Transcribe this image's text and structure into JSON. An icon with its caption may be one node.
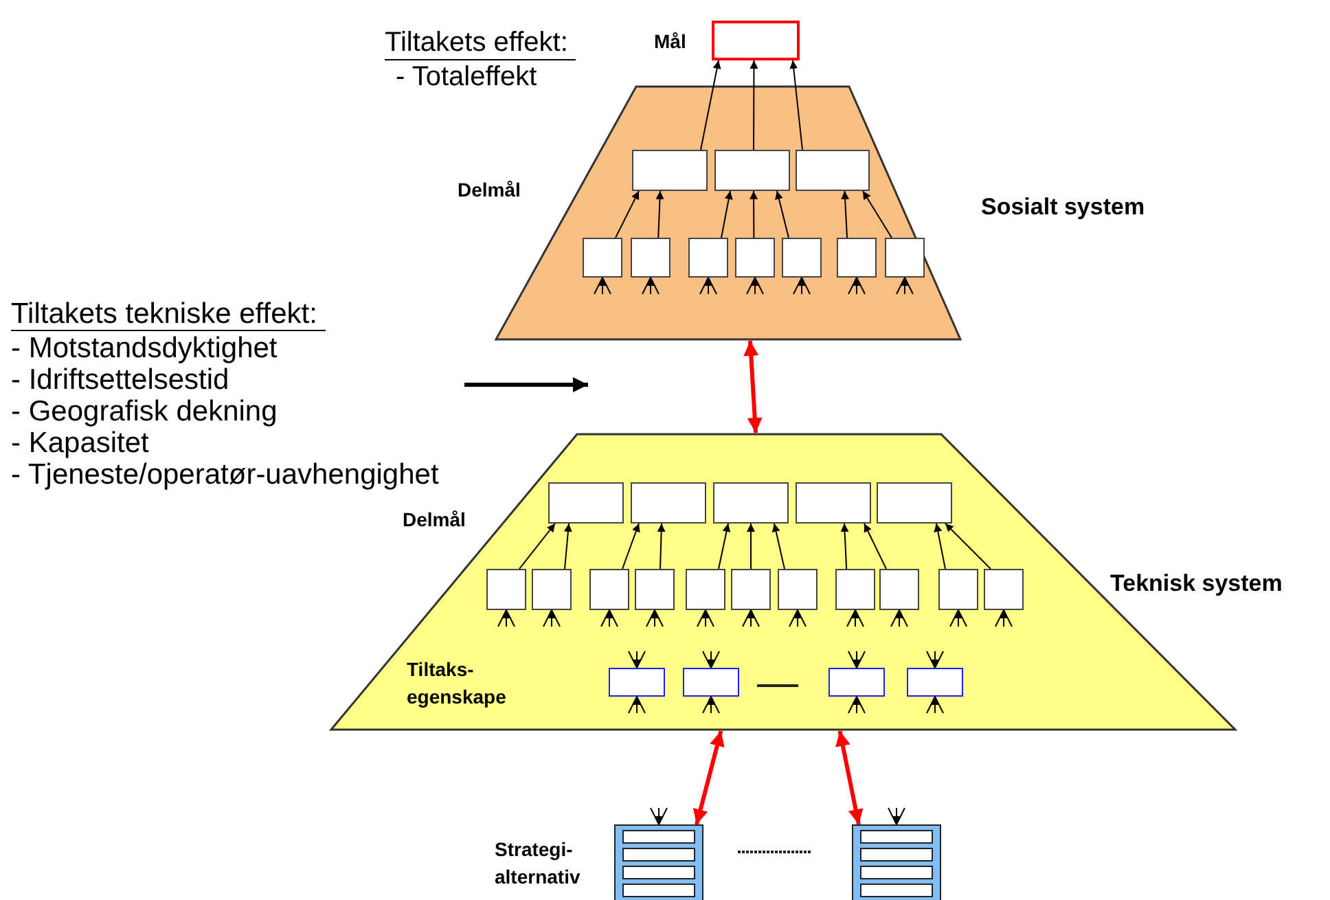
{
  "diagram": {
    "nodes": [
      {
        "text": [
          "Mål"
        ]
      },
      {
        "text": [
          "Sosialt system"
        ]
      },
      {
        "text": [],
        "shape": "box",
        "in": 1
      },
      {
        "text": [],
        "shape": "box",
        "in": 1
      },
      {
        "text": [],
        "shape": "box",
        "in": 1
      },
      {
        "text": [],
        "shape": "box",
        "in": 1
      },
      {
        "text": [],
        "shape": "box",
        "in": 1
      },
      {
        "text": [],
        "shape": "box",
        "in": 1
      },
      {
        "text": [],
        "shape": "box",
        "in": 1
      },
      {
        "text": [],
        "shape": "box",
        "in": 1
      },
      {
        "text": [],
        "shape": "box",
        "in": 1
      },
      {
        "text": [],
        "shape": "box",
        "in": 1
      },
      {
        "text": [
          "Tiltakets tekniske effekt:",
          "- Motstandsdyktighet",
          "- Idriftsettelsestid",
          "- Geografisk dekning",
          "- Kapasitet",
          "- Tjeneste/operatør-uavhengighet"
        ]
      },
      {
        "text": [
          "Teknisk system"
        ]
      },
      {
        "text": [],
        "shape": "box",
        "in": 13
      },
      {
        "text": [],
        "shape": "box",
        "in": 13
      },
      {
        "text": [],
        "shape": "box",
        "in": 13
      },
      {
        "text": [],
        "shape": "box",
        "in": 13
      },
      {
        "text": [],
        "shape": "box",
        "in": 13
      },
      {
        "text": [],
        "shape": "box",
        "in": 13
      },
      {
        "text": [],
        "shape": "box",
        "in": 13
      },
      {
        "text": [],
        "shape": "box",
        "in": 13
      },
      {
        "text": [],
        "shape": "box",
        "in": 13
      },
      {
        "text": [],
        "shape": "box",
        "in": 13
      },
      {
        "text": [],
        "shape": "box",
        "in": 13
      },
      {
        "text": [],
        "shape": "box",
        "in": 13
      },
      {
        "text": [],
        "shape": "box",
        "in": 13
      },
      {
        "text": [],
        "shape": "box",
        "in": 13
      },
      {
        "text": [],
        "shape": "box",
        "in": 13
      },
      {
        "text": [],
        "shape": "box",
        "in": 13
      },
      {
        "text": [],
        "shape": "box",
        "in": 13
      },
      {
        "text": [],
        "shape": "box",
        "in": 13
      },
      {
        "text": [],
        "shape": "box",
        "in": 13
      },
      {
        "text": [],
        "shape": "box",
        "in": 13
      },
      {
        "text": [],
        "shape": "box"
      },
      {
        "text": [],
        "shape": "box"
      }
    ],
    "edges": [
      {
        "from": 2,
        "to": 0,
        "arrow": "to"
      },
      {
        "from": 3,
        "to": 0,
        "arrow": "to"
      },
      {
        "from": 4,
        "to": 0,
        "arrow": "to"
      },
      {
        "from": 5,
        "to": 2,
        "arrow": "to"
      },
      {
        "from": 6,
        "to": 2,
        "arrow": "to"
      },
      {
        "from": 7,
        "to": 3,
        "arrow": "to"
      },
      {
        "from": 8,
        "to": 3,
        "arrow": "to"
      },
      {
        "from": 9,
        "to": 3,
        "arrow": "to"
      },
      {
        "from": 10,
        "to": 4,
        "arrow": "to"
      },
      {
        "from": 11,
        "to": 4,
        "arrow": "to"
      },
      {
        "from": null,
        "to": 5,
        "arrow": "to"
      },
      {
        "from": null,
        "to": 6,
        "arrow": "to"
      },
      {
        "from": null,
        "to": 7,
        "arrow": "to"
      },
      {
        "from": null,
        "to": 8,
        "arrow": "to"
      },
      {
        "from": null,
        "to": 9,
        "arrow": "to"
      },
      {
        "from": null,
        "to": 10,
        "arrow": "to"
      },
      {
        "from": null,
        "to": 11,
        "arrow": "to"
      },
      {
        "from": 12,
        "to": null,
        "arrow": "to",
        "style": "thick"
      },
      {
        "from": 1,
        "to": 13,
        "arrow": "both",
        "style": "thick",
        "color": "#ff0000"
      },
      {
        "from": 19,
        "to": 14,
        "arrow": "to"
      },
      {
        "from": 20,
        "to": 14,
        "arrow": "to"
      },
      {
        "from": 21,
        "to": 15,
        "arrow": "to"
      },
      {
        "from": 22,
        "to": 15,
        "arrow": "to"
      },
      {
        "from": 23,
        "to": 16,
        "arrow": "to"
      },
      {
        "from": 24,
        "to": 16,
        "arrow": "to"
      },
      {
        "from": 25,
        "to": 16,
        "arrow": "to"
      },
      {
        "from": 26,
        "to": 17,
        "arrow": "to"
      },
      {
        "from": 27,
        "to": 17,
        "arrow": "to"
      },
      {
        "from": 28,
        "to": 18,
        "arrow": "to"
      },
      {
        "from": 29,
        "to": 18,
        "arrow": "to"
      },
      {
        "from": null,
        "to": 19,
        "arrow": "to"
      },
      {
        "from": null,
        "to": 20,
        "arrow": "to"
      },
      {
        "from": null,
        "to": 21,
        "arrow": "to"
      },
      {
        "from": null,
        "to": 22,
        "arrow": "to"
      },
      {
        "from": null,
        "to": 23,
        "arrow": "to"
      },
      {
        "from": null,
        "to": 24,
        "arrow": "to"
      },
      {
        "from": null,
        "to": 25,
        "arrow": "to"
      },
      {
        "from": null,
        "to": 26,
        "arrow": "to"
      },
      {
        "from": null,
        "to": 27,
        "arrow": "to"
      },
      {
        "from": null,
        "to": 28,
        "arrow": "to"
      },
      {
        "from": null,
        "to": 29,
        "arrow": "to"
      },
      {
        "from": null,
        "to": 30,
        "arrow": "to"
      },
      {
        "from": null,
        "to": 31,
        "arrow": "to"
      },
      {
        "from": null,
        "to": 32,
        "arrow": "to"
      },
      {
        "from": null,
        "to": 33,
        "arrow": "to"
      },
      {
        "from": null,
        "to": 30,
        "arrow": "to"
      },
      {
        "from": null,
        "to": 31,
        "arrow": "to"
      },
      {
        "from": null,
        "to": 32,
        "arrow": "to"
      },
      {
        "from": null,
        "to": 33,
        "arrow": "to"
      },
      {
        "from": 34,
        "to": 13,
        "arrow": "both",
        "style": "thick",
        "color": "#ff0000"
      },
      {
        "from": 35,
        "to": 13,
        "arrow": "both",
        "style": "thick",
        "color": "#ff0000"
      },
      {
        "from": null,
        "to": 34,
        "arrow": "to"
      },
      {
        "from": null,
        "to": 35,
        "arrow": "to"
      }
    ],
    "labels": [
      "Tiltakets effekt:",
      "- Totaleffekt",
      "Delmål",
      "Delmål",
      "Tiltaks- egenskape",
      "Strategi- alternativ"
    ]
  }
}
